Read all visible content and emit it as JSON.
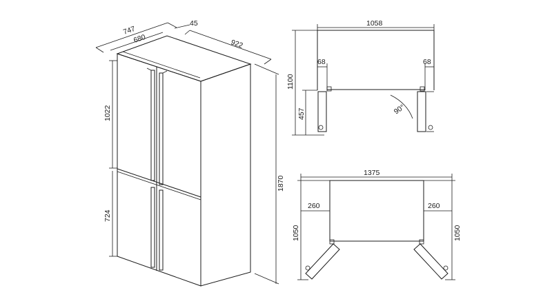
{
  "fridge_3d": {
    "depth_total": "747",
    "depth_body": "680",
    "handle_offset": "45",
    "width_total": "922",
    "height_upper": "1022",
    "height_lower": "724",
    "height_total": "1870"
  },
  "door_90": {
    "width_opening": "1058",
    "height_total": "1100",
    "door_depth": "457",
    "side_left": "68",
    "side_right": "68",
    "angle": "90°"
  },
  "door_open": {
    "width_opening": "1375",
    "side_left": "260",
    "side_right": "260",
    "depth_left": "1050",
    "depth_right": "1050"
  }
}
